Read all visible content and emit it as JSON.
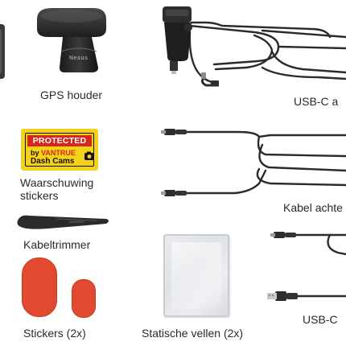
{
  "labels": {
    "gps_holder": "GPS houder",
    "usb_c_top": "USB-C a",
    "warning_stickers_line1": "Waarschuwing",
    "warning_stickers_line2": "stickers",
    "rear_cable": "Kabel achte",
    "cable_trimmer": "Kabeltrimmer",
    "stickers": "Stickers (2x)",
    "static_sheets": "Statische vellen (2x)",
    "usb_c_bottom": "USB-C"
  },
  "warning_sticker": {
    "header": "PROTECTED",
    "line1_prefix": "by ",
    "line1_brand": "VANTRUE",
    "line2": "Dash Cams"
  },
  "mount_brand": "Nexus",
  "colors": {
    "sticker_yellow": "#f5d21a",
    "sticker_red": "#d4281f",
    "pad_red": "#e14a2f",
    "cable_dark": "#2b2b2b"
  }
}
